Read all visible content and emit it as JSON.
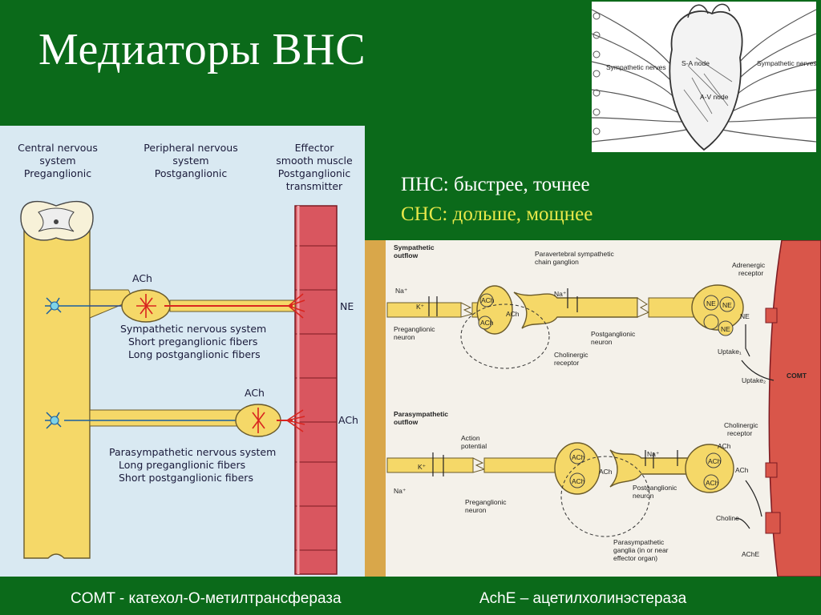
{
  "slide": {
    "title": "Медиаторы ВНС",
    "bullet_pns": "ПНС: быстрее, точнее",
    "bullet_sns": "СНС: дольше, мощнее",
    "footer_comt": "COMT - катехол-О-метилтрансфераза",
    "footer_ache": "AchE – ацетилхолинэстераза"
  },
  "colors": {
    "background": "#0b6a1a",
    "highlight": "#e8e84a",
    "nerve_yellow": "#f5d868",
    "muscle_red": "#d9565f"
  },
  "heart_figure": {
    "label_sympathetic_left": "Sympathetic nerves",
    "label_sympathetic_right": "Sympathetic nerves",
    "label_sa": "S-A node",
    "label_av": "A-V node"
  },
  "left_diagram": {
    "col_cns_1": "Central nervous",
    "col_cns_2": "system",
    "col_cns_3": "Preganglionic",
    "col_pns_1": "Peripheral nervous",
    "col_pns_2": "system",
    "col_pns_3": "Postganglionic",
    "col_eff_1": "Effector",
    "col_eff_2": "smooth muscle",
    "col_eff_3": "Postganglionic",
    "col_eff_4": "transmitter",
    "ach_top": "ACh",
    "ne_label": "NE",
    "symp_1": "Sympathetic nervous system",
    "symp_2": "Short preganglionic fibers",
    "symp_3": "Long postganglionic fibers",
    "ach_bottom": "ACh",
    "ach_right": "ACh",
    "para_1": "Parasympathetic nervous system",
    "para_2": "Long preganglionic fibers",
    "para_3": "Short postganglionic fibers"
  },
  "right_diagram": {
    "symp_outflow_1": "Sympathetic",
    "symp_outflow_2": "outflow",
    "paravertebral_1": "Paravertebral sympathetic",
    "paravertebral_2": "chain ganglion",
    "na1": "Na⁺",
    "k1": "K⁺",
    "na2": "Na⁺",
    "ach_a": "ACh",
    "ach_b": "ACh",
    "ach_c": "ACh",
    "ne_a": "NE",
    "ne_b": "NE",
    "ne_c": "NE",
    "ne_d": "NE",
    "pre_neuron_1": "Preganglionic",
    "pre_neuron_2": "neuron",
    "post_neuron_1": "Postganglionic",
    "post_neuron_2": "neuron",
    "cholinergic_receptor_1": "Cholinergic",
    "cholinergic_receptor_2": "receptor",
    "adrenergic_1": "Adrenergic",
    "adrenergic_2": "receptor",
    "uptake1": "Uptake₁",
    "uptake2": "Uptake₂",
    "comt": "COMT",
    "para_outflow_1": "Parasympathetic",
    "para_outflow_2": "outflow",
    "action_potential_1": "Action",
    "action_potential_2": "potential",
    "k2": "K⁺",
    "na3": "Na⁺",
    "na4": "Na⁺",
    "ach_d": "ACh",
    "ach_e": "ACh",
    "ach_f": "ACh",
    "ach_g": "ACh",
    "ach_h": "ACh",
    "ach_i": "ACh",
    "ach_j": "ACh",
    "pre_neuron2_1": "Preganglionic",
    "pre_neuron2_2": "neuron",
    "post_neuron2_1": "Postganglionic",
    "post_neuron2_2": "neuron",
    "cholinergic2_1": "Cholinergic",
    "cholinergic2_2": "receptor",
    "para_ganglia_1": "Parasympathetic",
    "para_ganglia_2": "ganglia (in or near",
    "para_ganglia_3": "effector organ)",
    "choline": "Choline",
    "ache": "AChE"
  }
}
